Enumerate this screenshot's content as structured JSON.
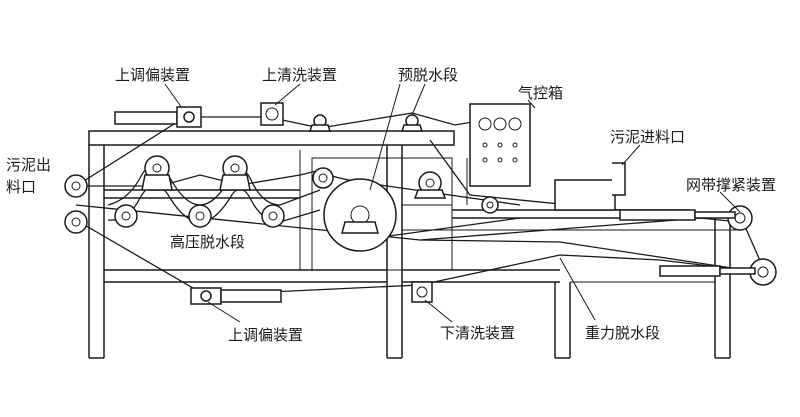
{
  "labels": {
    "upper_deviation_top": "上调偏装置",
    "upper_wash": "上清洗装置",
    "pre_dewater": "预脱水段",
    "air_control_box": "气控箱",
    "sludge_outlet_line1": "污泥出",
    "sludge_outlet_line2": "料口",
    "sludge_inlet": "污泥进料口",
    "belt_tension": "网带撑紧装置",
    "high_pressure": "高压脱水段",
    "lower_deviation": "上调偏装置",
    "lower_wash": "下清洗装置",
    "gravity_dewater": "重力脱水段"
  }
}
